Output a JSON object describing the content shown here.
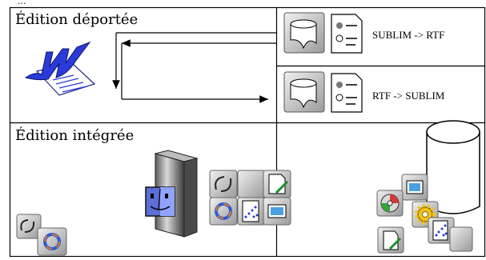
{
  "header_snippet": "...",
  "sections": {
    "remote": {
      "title": "Édition déportée"
    },
    "integrated": {
      "title": "Édition intégrée"
    }
  },
  "converters": [
    {
      "label": "SUBLIM -> RTF"
    },
    {
      "label": "RTF -> SUBLIM"
    }
  ],
  "icons": {
    "word_app": "word-processor-icon",
    "converter_drum": "converter-drum-icon",
    "settings_sheet": "settings-sheet-icon",
    "finder_computer": "mac-finder-computer-icon",
    "database": "database-cylinder-icon"
  },
  "colors": {
    "line": "#000000",
    "word_blue": "#2a3bd9",
    "doc_paper": "#ffffff",
    "tile_grey": "#cfcfcf",
    "finder_blue": "#5b6fd6"
  }
}
